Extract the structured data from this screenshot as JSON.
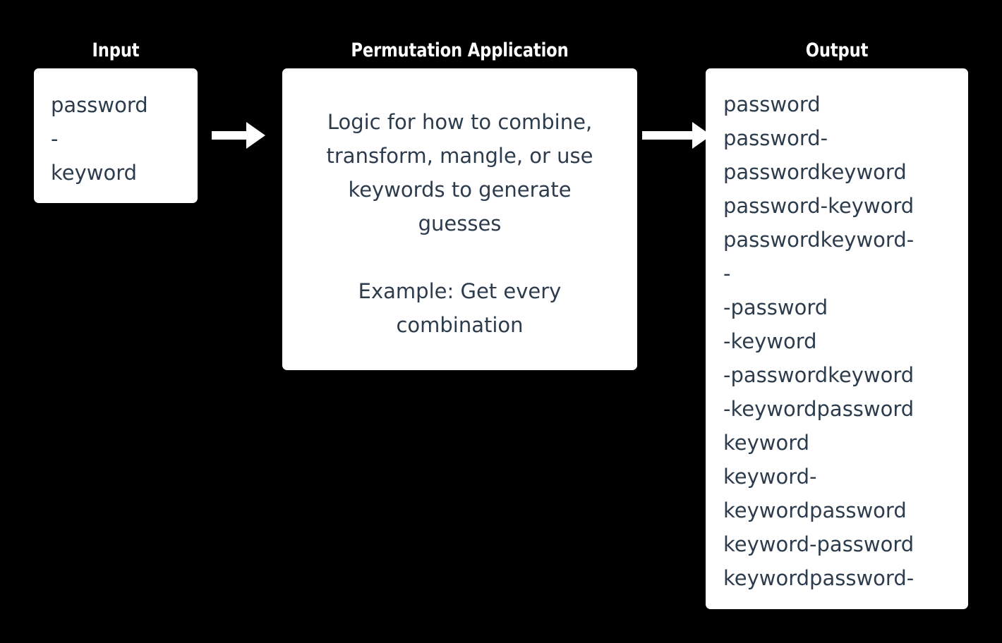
{
  "columns": {
    "input": {
      "header": "Input"
    },
    "permutation": {
      "header": "Permutation Application"
    },
    "output": {
      "header": "Output"
    }
  },
  "input_box": {
    "lines": [
      "password",
      "-",
      "keyword"
    ],
    "text": "password\n-\nkeyword"
  },
  "permutation_box": {
    "paragraph_1": "Logic for how to combine, transform, mangle, or use keywords to generate guesses",
    "paragraph_2": "Example: Get every combination"
  },
  "output_box": {
    "lines": [
      "password",
      "password-",
      "passwordkeyword",
      "password-keyword",
      "passwordkeyword-",
      "-",
      "-password",
      "-keyword",
      "-passwordkeyword",
      "-keywordpassword",
      "keyword",
      "keyword-",
      "keywordpassword",
      "keyword-password",
      "keywordpassword-"
    ],
    "text": "password\npassword-\npasswordkeyword\npassword-keyword\npasswordkeyword-\n-\n-password\n-keyword\n-passwordkeyword\n-keywordpassword\nkeyword\nkeyword-\nkeywordpassword\nkeyword-password\nkeywordpassword-"
  },
  "arrows": {
    "input_to_permutation": "arrow-right",
    "permutation_to_output": "arrow-right"
  },
  "colors": {
    "background": "#000000",
    "panel": "#ffffff",
    "body_text": "#2d3c4c",
    "header_text": "#ffffff",
    "arrow": "#ffffff"
  }
}
